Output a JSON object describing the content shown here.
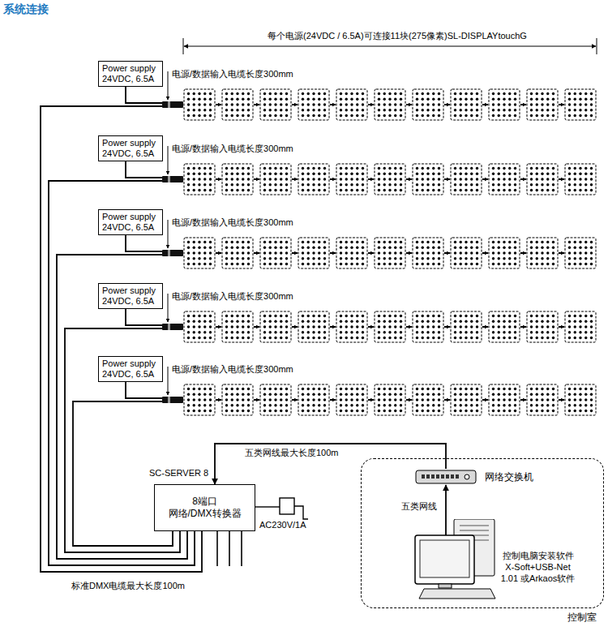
{
  "diagram": {
    "title": "系统连接",
    "nodes": [
      {
        "text": [
          "Power supply 24VDC, 6.5A"
        ]
      },
      {
        "text": [
          "Power supply 24VDC, 6.5A"
        ]
      },
      {
        "text": [
          "Power supply 24VDC, 6.5A"
        ]
      },
      {
        "text": [
          "Power supply 24VDC, 6.5A"
        ]
      },
      {
        "text": [
          "Power supply 24VDC, 6.5A"
        ]
      },
      {
        "text": [
          "SC-SERVER 8",
          "8端口 网络/DMX转换器"
        ]
      },
      {
        "text": [
          "控制室"
        ]
      },
      {
        "text": [
          "网络交换机"
        ],
        "in": 6
      },
      {
        "text": [
          "控制电脑安装软件 X-Soft+USB-Net 1.01 或Arkaos软件"
        ],
        "in": 6
      }
    ],
    "edges": [
      {
        "from": 7,
        "to": 5,
        "arrow": "to",
        "label": "五类网线最大长度100m"
      },
      {
        "from": 8,
        "to": 7,
        "arrow": "to",
        "label": "五类网线"
      }
    ],
    "labels": [
      "每个电源(24VDC / 6.5A)可连接11块(275像素)SL-DISPLAYtouchG",
      "电源/数据输入电缆长度300mm",
      "电源/数据输入电缆长度300mm",
      "电源/数据输入电缆长度300mm",
      "电源/数据输入电缆长度300mm",
      "电源/数据输入电缆长度300mm",
      "AC230V/1A",
      "标准DMX电缆最大长度100m"
    ]
  }
}
